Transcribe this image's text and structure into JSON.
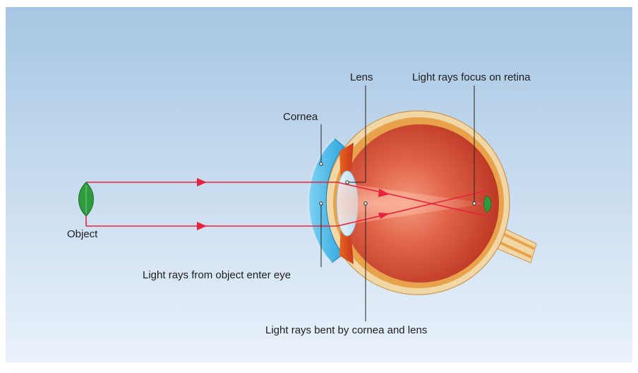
{
  "diagram": {
    "labels": {
      "object": "Object",
      "lens": "Lens",
      "focus": "Light rays focus on retina",
      "cornea": "Cornea",
      "enter": "Light rays from object enter eye",
      "bent": "Light rays bent by cornea and lens"
    },
    "colors": {
      "background_top": "#a9c8e4",
      "background_bottom": "#eaf2fa",
      "eye_outer": "#f2d7a6",
      "eye_red": "#c9412a",
      "eye_red_highlight": "#ee8a6a",
      "cornea_blue": "#48b7e6",
      "lens_blue": "#cfe7f4",
      "ray_red": "#e8223c",
      "object_green": "#2f9b3e",
      "leader_line": "#222222"
    }
  }
}
